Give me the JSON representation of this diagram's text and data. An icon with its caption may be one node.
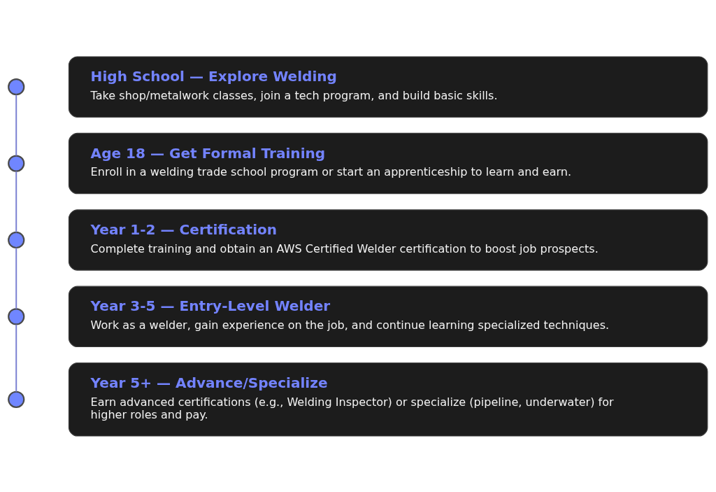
{
  "diagram": {
    "nodes": [
      {
        "text": [],
        "shape": "circle"
      },
      {
        "text": [
          "High School — Explore Welding",
          "Take shop/metalwork classes, join a tech program, and build basic skills."
        ]
      },
      {
        "text": [],
        "shape": "circle"
      },
      {
        "text": [
          "Age 18 — Get Formal Training",
          "Enroll in a welding trade school program or start an apprenticeship to learn and earn."
        ]
      },
      {
        "text": [],
        "shape": "circle"
      },
      {
        "text": [
          "Year 1-2 — Certification",
          "Complete training and obtain an AWS Certified Welder certification to boost job prospects."
        ]
      },
      {
        "text": [],
        "shape": "circle"
      },
      {
        "text": [
          "Year 3-5 — Entry-Level Welder",
          "Work as a welder, gain experience on the job, and continue learning specialized techniques."
        ]
      },
      {
        "text": [],
        "shape": "circle"
      },
      {
        "text": [
          "Year 5+ — Advance/Specialize",
          "Earn advanced certifications (e.g., Welding Inspector) or specialize (pipeline, underwater) for higher roles and pay."
        ]
      }
    ],
    "edges": [
      {
        "from": 0,
        "to": 2,
        "arrow": "none"
      },
      {
        "from": 2,
        "to": 4,
        "arrow": "none"
      },
      {
        "from": 4,
        "to": 6,
        "arrow": "none"
      },
      {
        "from": 6,
        "to": 8,
        "arrow": "none"
      }
    ]
  }
}
